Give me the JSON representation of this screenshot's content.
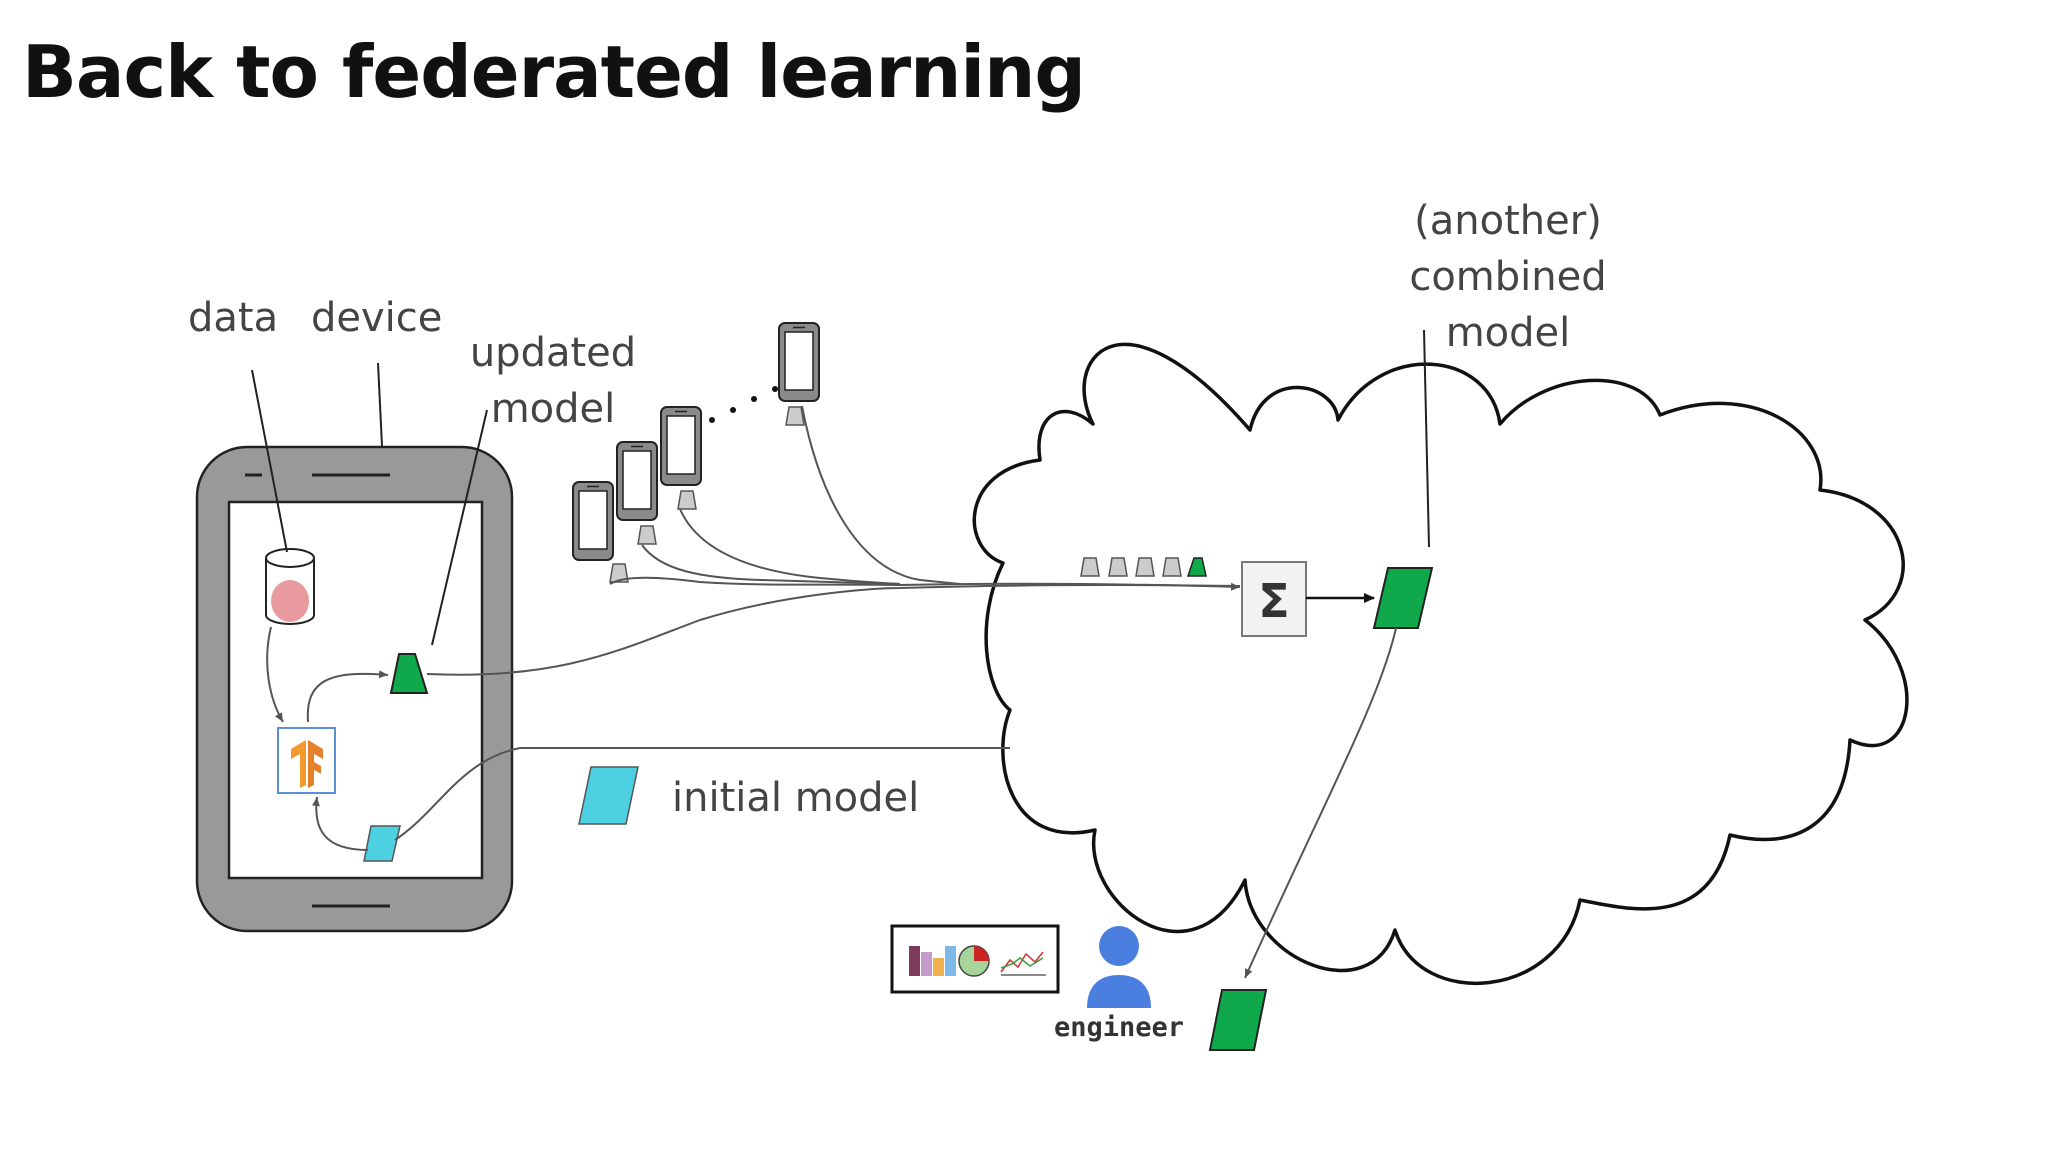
{
  "title": "Back to federated learning",
  "labels": {
    "data": "data",
    "device": "device",
    "updated_model": [
      "updated",
      "model"
    ],
    "combined_model": [
      "(another)",
      "combined",
      "model"
    ],
    "initial_model": "initial model",
    "engineer": "engineer",
    "sum_symbol": "Σ",
    "tf_logo": "TF"
  },
  "colors": {
    "updated_model": "#0fa84a",
    "initial_model": "#4dd0e1",
    "data_dot": "#e89a9e",
    "device_frame": "#999999",
    "engineer": "#4a7fe0",
    "tf_orange": "#f29a2e"
  },
  "icons": [
    "cylinder-database-icon",
    "tensorflow-logo-icon",
    "phone-icon",
    "cloud-icon",
    "sigma-icon",
    "person-icon",
    "dashboard-chart-icon"
  ]
}
